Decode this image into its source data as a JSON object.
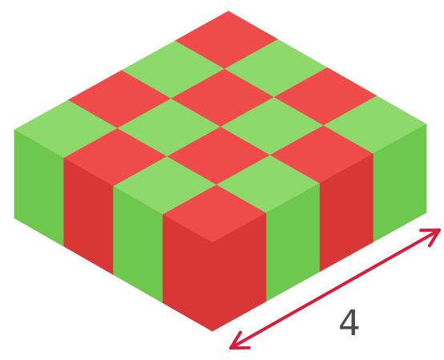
{
  "diagram": {
    "grid": {
      "rows": 4,
      "cols": 4,
      "pattern": [
        [
          "red",
          "green",
          "red",
          "green"
        ],
        [
          "green",
          "red",
          "green",
          "red"
        ],
        [
          "red",
          "green",
          "red",
          "green"
        ],
        [
          "green",
          "red",
          "green",
          "red"
        ]
      ]
    },
    "colors": {
      "red_top": "#ef4b4b",
      "red_side": "#d93636",
      "green_top": "#8ed96b",
      "green_side": "#6fc84e",
      "arrow": "#d91c3c",
      "label": "#4a4a4a"
    },
    "dimension": {
      "label": "4",
      "edge": "front-right"
    }
  }
}
